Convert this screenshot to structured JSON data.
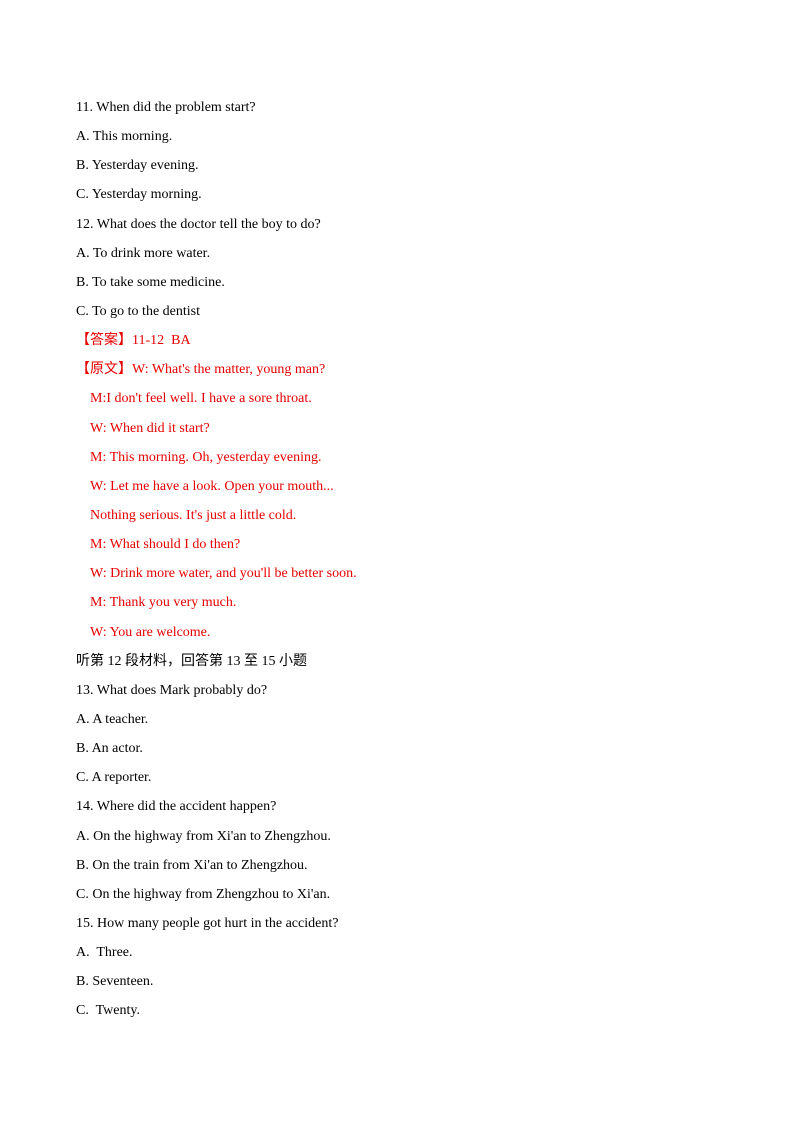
{
  "q11": {
    "question": "11. When did the problem start?",
    "options": [
      "A. This morning.",
      "B. Yesterday evening.",
      "C. Yesterday morning."
    ]
  },
  "q12": {
    "question": "12. What does the doctor tell the boy to do?",
    "options": [
      "A. To drink more water.",
      "B. To take some medicine.",
      "C. To go to the dentist"
    ]
  },
  "answer": {
    "label": "【答案】",
    "text": "11-12  BA"
  },
  "transcript": {
    "label": "【原文】",
    "first": "W: What's the matter, young man?",
    "lines": [
      "M:I don't feel well. I have a sore throat.",
      "W: When did it start?",
      "M: This morning. Oh, yesterday evening.",
      "W: Let me have a look. Open your mouth...",
      "Nothing serious. It's just a little cold.",
      "M: What should I do then?",
      "W: Drink more water, and you'll be better soon.",
      "M: Thank you very much.",
      "W: You are welcome."
    ]
  },
  "section_header": "听第 12 段材料，回答第 13 至 15 小题",
  "q13": {
    "question": "13. What does Mark probably do?",
    "options": [
      "A. A teacher.",
      "B. An actor.",
      "C. A reporter."
    ]
  },
  "q14": {
    "question": "14. Where did the accident happen?",
    "options": [
      "A. On the highway from Xi'an to Zhengzhou.",
      "B. On the train from Xi'an to Zhengzhou.",
      "C. On the highway from Zhengzhou to Xi'an."
    ]
  },
  "q15": {
    "question": "15. How many people got hurt in the accident?",
    "options": [
      "A.  Three.",
      "B. Seventeen.",
      "C.  Twenty."
    ]
  },
  "colors": {
    "text": "#000000",
    "answer_red": "#e60000"
  }
}
